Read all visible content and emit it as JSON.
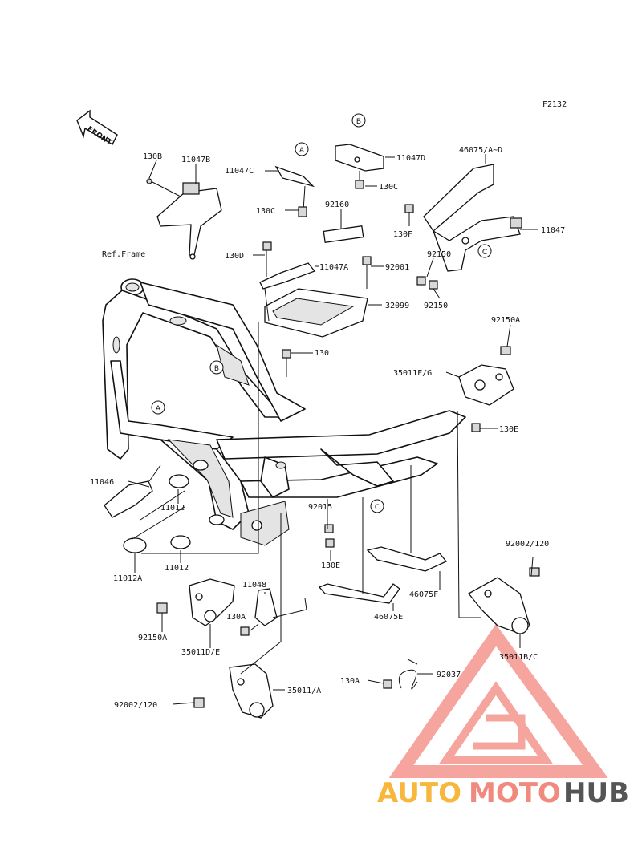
{
  "figure_code": "F2132",
  "direction_label": "FRONT",
  "reference_label": "Ref.Frame",
  "part_labels": [
    "130B",
    "11047B",
    "11047C",
    "130C",
    "11047D",
    "130C",
    "92160",
    "46075/A~D",
    "130F",
    "11047",
    "130D",
    "11047A",
    "92001",
    "92150",
    "92150",
    "32099",
    "92150A",
    "130",
    "35011F/G",
    "130E",
    "11046",
    "11012",
    "11012",
    "11012A",
    "92015",
    "130E",
    "46075F",
    "46075E",
    "11048",
    "130A",
    "92150A",
    "35011D/E",
    "92002/120",
    "35011B/C",
    "130A",
    "92037",
    "92002/120",
    "35011/A"
  ],
  "callouts": [
    "A",
    "A",
    "B",
    "B",
    "C",
    "C"
  ],
  "watermark": {
    "part1": "AUTO",
    "part2": "MOTO",
    "part3": "HUB",
    "color1": "#f6b73c",
    "color2": "#f08a7e",
    "color3": "#555555"
  }
}
